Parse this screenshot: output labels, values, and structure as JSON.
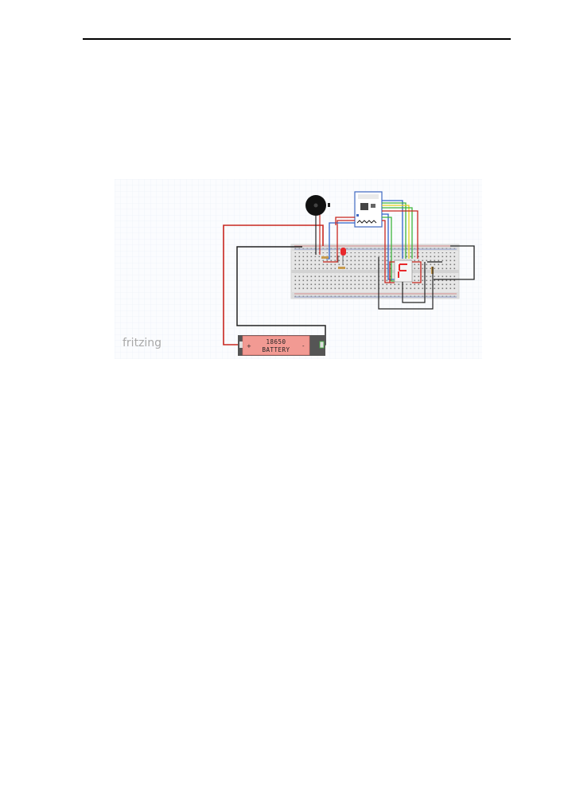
{
  "figure": {
    "watermark": "fritzing",
    "battery": {
      "line1": "18650",
      "line2": "BATTERY",
      "plus": "+",
      "minus": "-"
    },
    "display_digit": "F",
    "colors": {
      "wire_red": "#c8261e",
      "wire_black": "#222222",
      "wire_blue": "#2f63c9",
      "wire_green": "#3db43d",
      "wire_yellow": "#e6cf1d",
      "battery_body": "#f29a93",
      "display_segment": "#e8282a",
      "breadboard": "#e4e4e4",
      "grid": "#eef2f8"
    }
  }
}
